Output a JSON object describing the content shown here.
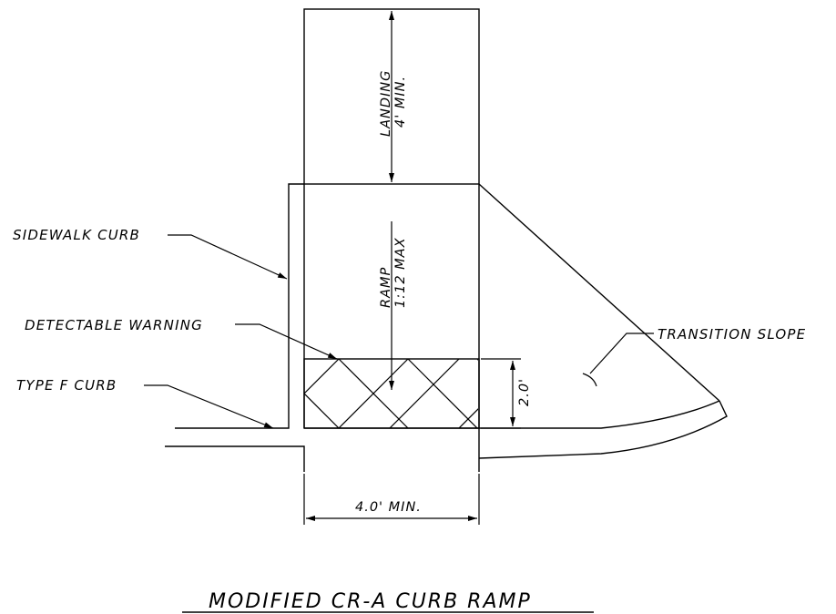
{
  "title": "MODIFIED CR-A CURB RAMP",
  "labels": {
    "sidewalk_curb": "SIDEWALK CURB",
    "detectable_warning": "DETECTABLE WARNING",
    "type_f_curb": "TYPE F CURB",
    "transition_slope": "TRANSITION SLOPE"
  },
  "dimensions": {
    "landing_label": "LANDING",
    "landing_value": "4' MIN.",
    "ramp_label": "RAMP",
    "ramp_value": "1:12 MAX",
    "warning_depth": "2.0'",
    "ramp_width": "4.0' MIN."
  }
}
